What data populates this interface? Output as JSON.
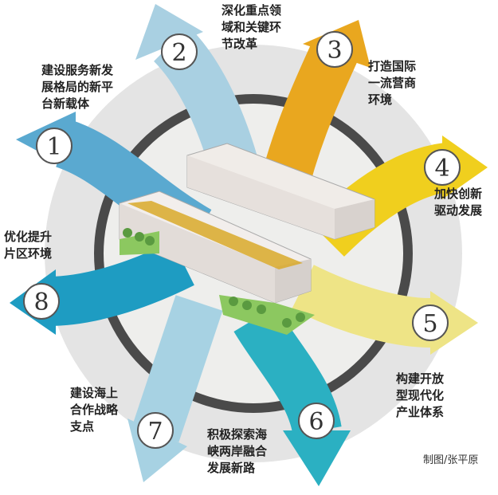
{
  "items": [
    {
      "number": "1",
      "text": "建设服务新发\n展格局的新平\n台新载体",
      "color": "#5aa9d0"
    },
    {
      "number": "2",
      "text": "深化重点领\n域和关键环\n节改革",
      "color": "#a9d0e2"
    },
    {
      "number": "3",
      "text": "打造国际\n一流营商\n环境",
      "color": "#e9a71f"
    },
    {
      "number": "4",
      "text": "加快创新\n驱动发展",
      "color": "#f0cf1e"
    },
    {
      "number": "5",
      "text": "构建开放\n型现代化\n产业体系",
      "color": "#eee486"
    },
    {
      "number": "6",
      "text": "积极探索海\n峡两岸融合\n发展新路",
      "color": "#2bb0c2"
    },
    {
      "number": "7",
      "text": "建设海上\n合作战略\n支点",
      "color": "#a7d2e3"
    },
    {
      "number": "8",
      "text": "优化提升\n片区环境",
      "color": "#1e9cc2"
    }
  ],
  "credit": "制图/张平原"
}
